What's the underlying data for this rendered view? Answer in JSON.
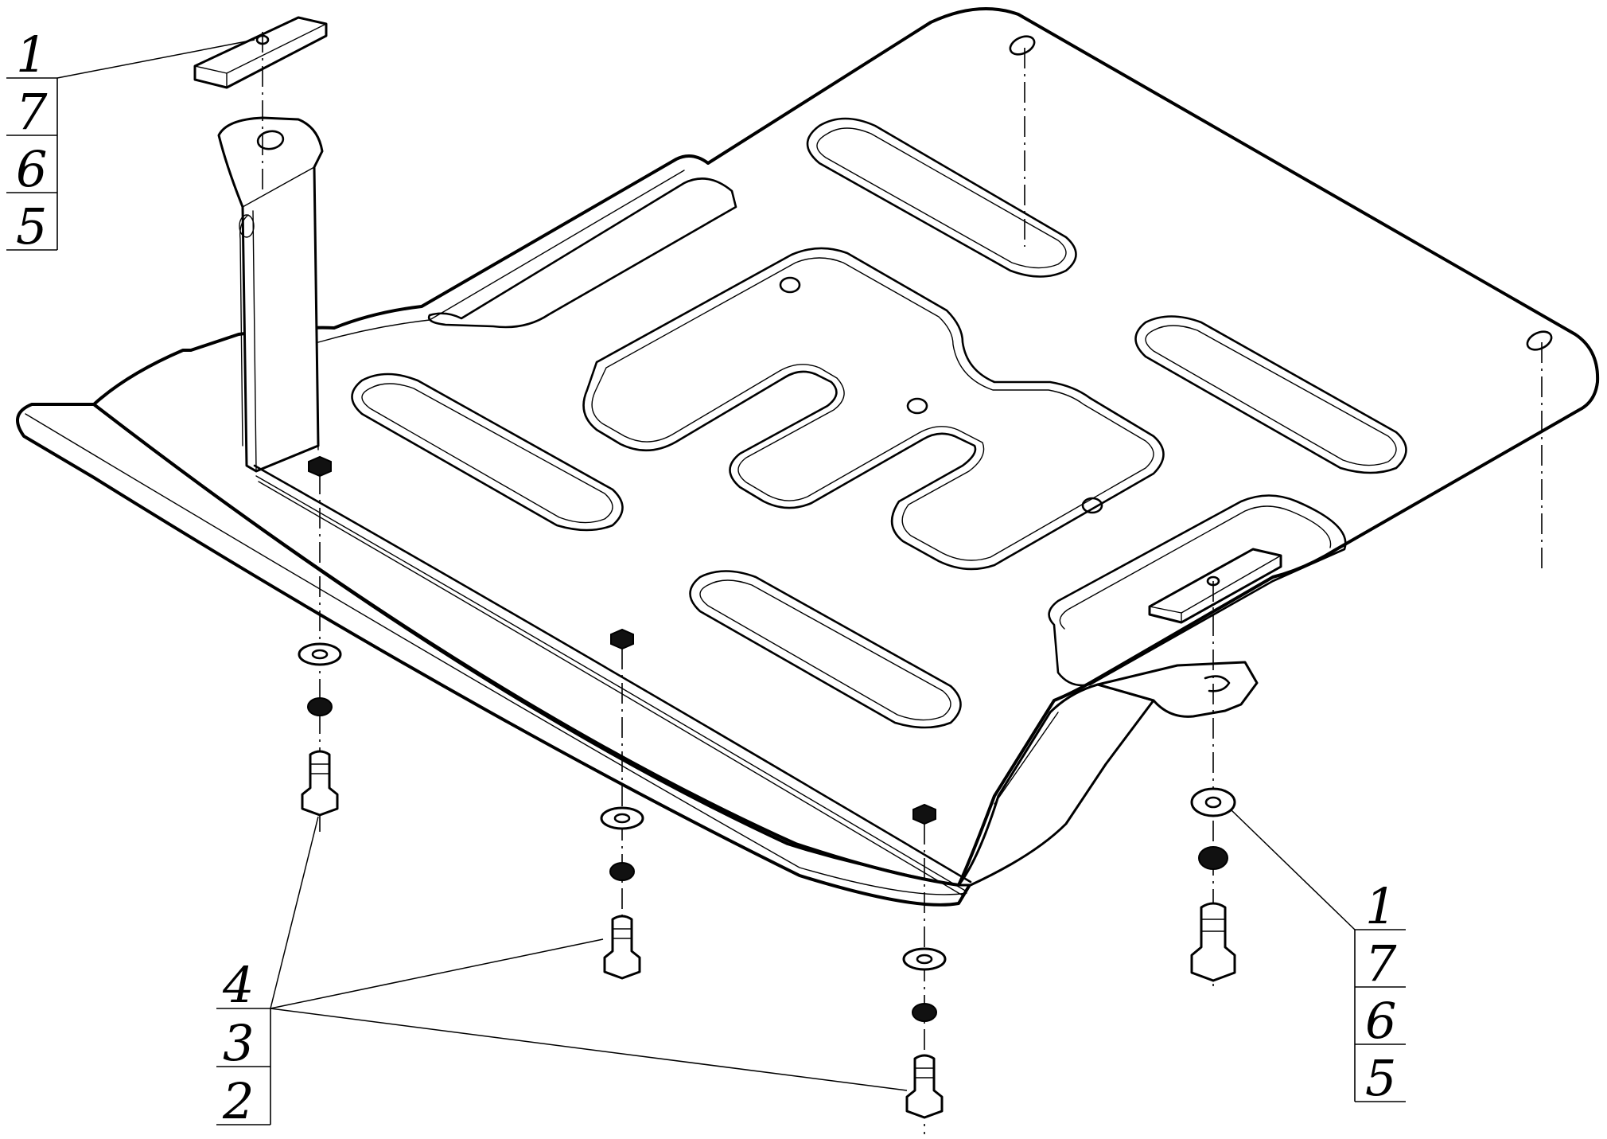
{
  "callouts": {
    "top_left": [
      "1",
      "7",
      "6",
      "5"
    ],
    "bottom_right": [
      "1",
      "7",
      "6",
      "5"
    ],
    "bottom_left": [
      "4",
      "3",
      "2"
    ]
  }
}
